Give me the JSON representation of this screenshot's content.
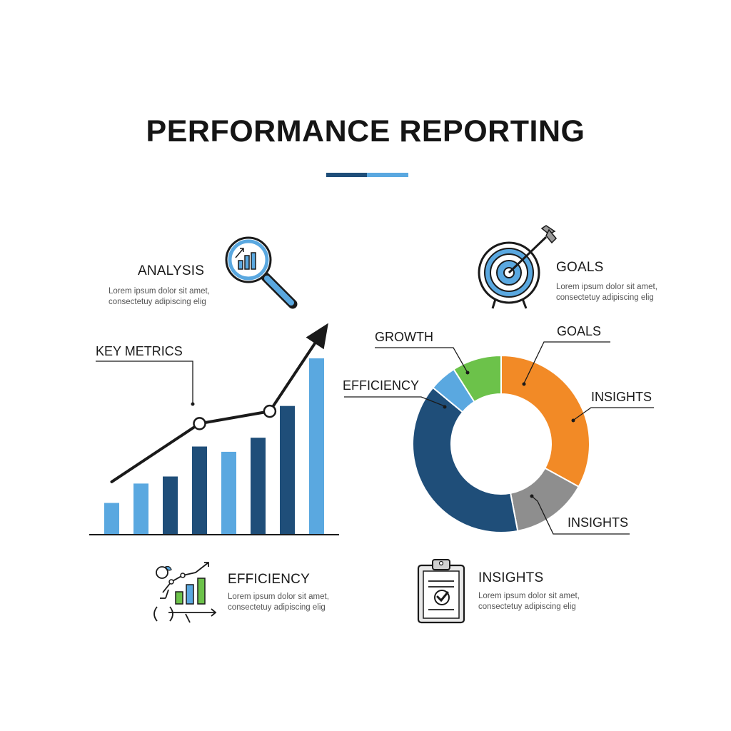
{
  "title": "PERFORMANCE REPORTING",
  "features": {
    "analysis": {
      "title": "ANALYSIS",
      "desc1": "Lorem ipsum dolor sit amet,",
      "desc2": "consectetuy adipiscing elig"
    },
    "goals": {
      "title": "GOALS",
      "desc1": "Lorem ipsum dolor sit amet,",
      "desc2": "consectetuy adipiscing elig"
    },
    "efficiency": {
      "title": "EFFICIENCY",
      "desc1": "Lorem ipsum dolor sit amet,",
      "desc2": "consectetuy adipiscing elig"
    },
    "insights": {
      "title": "INSIGHTS",
      "desc1": "Lorem ipsum dolor sit amet,",
      "desc2": "consectetuy adipiscing elig"
    }
  },
  "bar_chart": {
    "callout": "KEY METRICS",
    "bars": [
      {
        "value": 18,
        "tone": "light"
      },
      {
        "value": 29,
        "tone": "light"
      },
      {
        "value": 33,
        "tone": "dark"
      },
      {
        "value": 50,
        "tone": "dark"
      },
      {
        "value": 47,
        "tone": "light"
      },
      {
        "value": 55,
        "tone": "dark"
      },
      {
        "value": 73,
        "tone": "dark"
      },
      {
        "value": 100,
        "tone": "light"
      }
    ],
    "trend_points": [
      [
        0,
        30
      ],
      [
        3,
        63
      ],
      [
        5.4,
        70
      ],
      [
        7.4,
        120
      ]
    ],
    "trend_markers": [
      1,
      2
    ],
    "max": 100
  },
  "donut": {
    "labels": {
      "growth": "GROWTH",
      "goals": "GOALS",
      "efficiency": "EFFICIENCY",
      "insights_top": "INSIGHTS",
      "insights_bottom": "INSIGHTS"
    },
    "slices": [
      {
        "key": "goals",
        "value": 33,
        "color": "#f28a26"
      },
      {
        "key": "insights",
        "value": 14,
        "color": "#8e8e8e"
      },
      {
        "key": "core",
        "value": 39,
        "color": "#1f4e79"
      },
      {
        "key": "efficiency",
        "value": 5,
        "color": "#5aa8e0"
      },
      {
        "key": "growth",
        "value": 9,
        "color": "#6cc24a"
      }
    ]
  },
  "colors": {
    "dark_blue": "#1f4e79",
    "light_blue": "#5aa8e0",
    "orange": "#f28a26",
    "gray": "#8e8e8e",
    "green": "#6cc24a"
  },
  "icons": {
    "analysis": "magnifier-chart-icon",
    "goals": "target-arrow-icon",
    "efficiency": "chart-growth-icon",
    "insights": "clipboard-check-icon"
  }
}
